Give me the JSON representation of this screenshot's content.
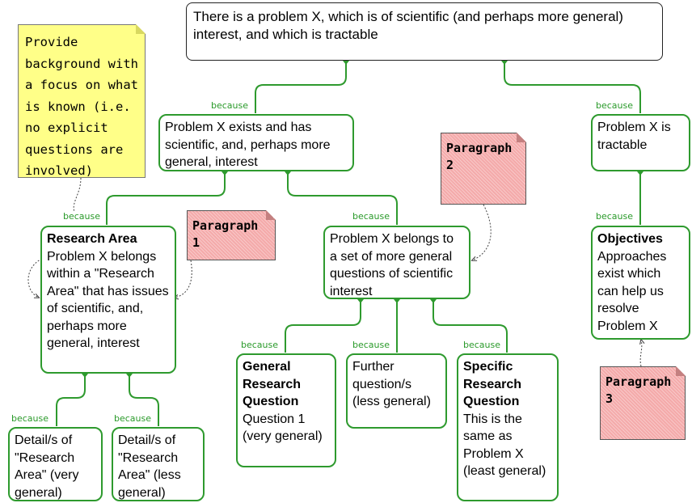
{
  "link_label": "because",
  "nodes": {
    "root": "There is a problem  X, which is of scientific (and perhaps more general) interest, and which is tractable",
    "interest": "Problem X exists and has scientific, and, perhaps more general, interest",
    "tractable": "Problem X is tractable",
    "research_area": {
      "title": "Research Area",
      "body": "Problem X belongs within a \"Research Area\" that has issues of scientific, and, perhaps more general, interest"
    },
    "set_of_questions": "Problem X belongs to a set of more general questions of scientific interest",
    "objectives": {
      "title": "Objectives",
      "body": "Approaches exist which can help us resolve Problem X"
    },
    "detail_very": "Detail/s of \"Research Area\" (very general)",
    "detail_less": "Detail/s of \"Research Area\" (less general)",
    "general_question": {
      "title": "General Research Question",
      "body": "Question 1 (very general)"
    },
    "further_question": "Further question/s (less general)",
    "specific_question": {
      "title": "Specific Research Question",
      "body": "This is the same as Problem X (least general)"
    }
  },
  "notes": {
    "background": "Provide background with a focus on what is known (i.e. no explicit questions are involved)",
    "paragraph1": "Paragraph 1",
    "paragraph2": "Paragraph 2",
    "paragraph3": "Paragraph 3"
  },
  "colors": {
    "link": "#2e9a2e",
    "label": "#2a9a2a",
    "sticky_red": "#f4aaaa",
    "sticky_yellow": "#ffff88"
  }
}
